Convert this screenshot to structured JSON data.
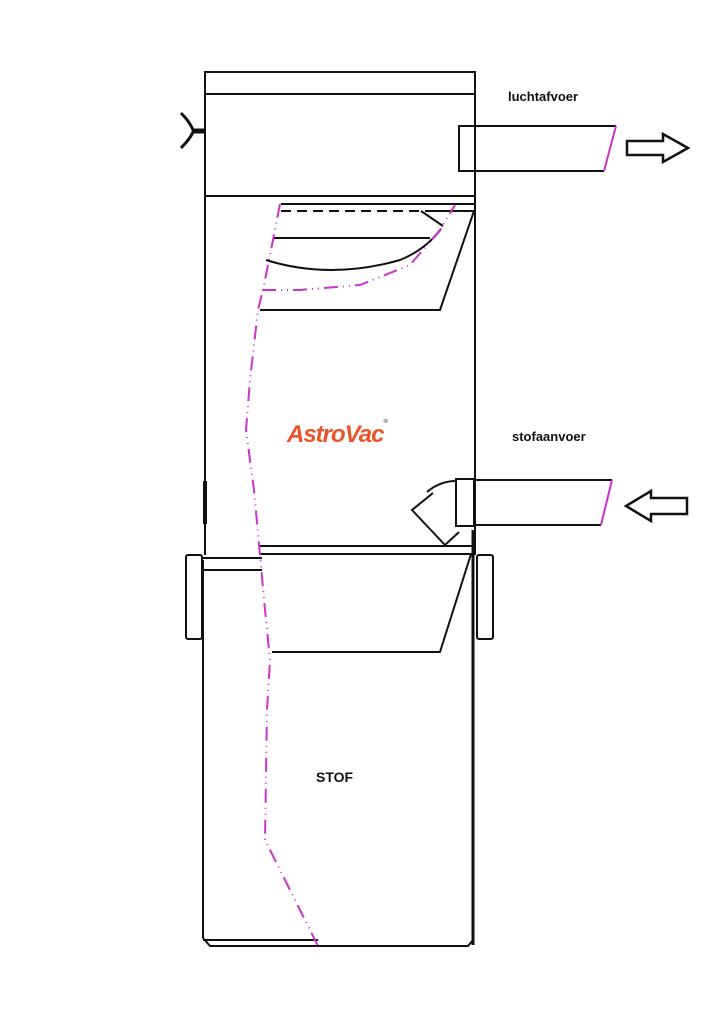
{
  "diagram": {
    "labels": {
      "air_exhaust": "luchtafvoer",
      "dust_inlet": "stofaanvoer",
      "dust": "STOF"
    },
    "logo": {
      "text": "AstroVac",
      "registered": "®"
    },
    "colors": {
      "outline": "#111111",
      "flow_path": "#cc33cc",
      "logo": "#e8552a",
      "background": "#ffffff"
    },
    "arrows": {
      "exhaust_direction": "right",
      "inlet_direction": "left"
    }
  }
}
